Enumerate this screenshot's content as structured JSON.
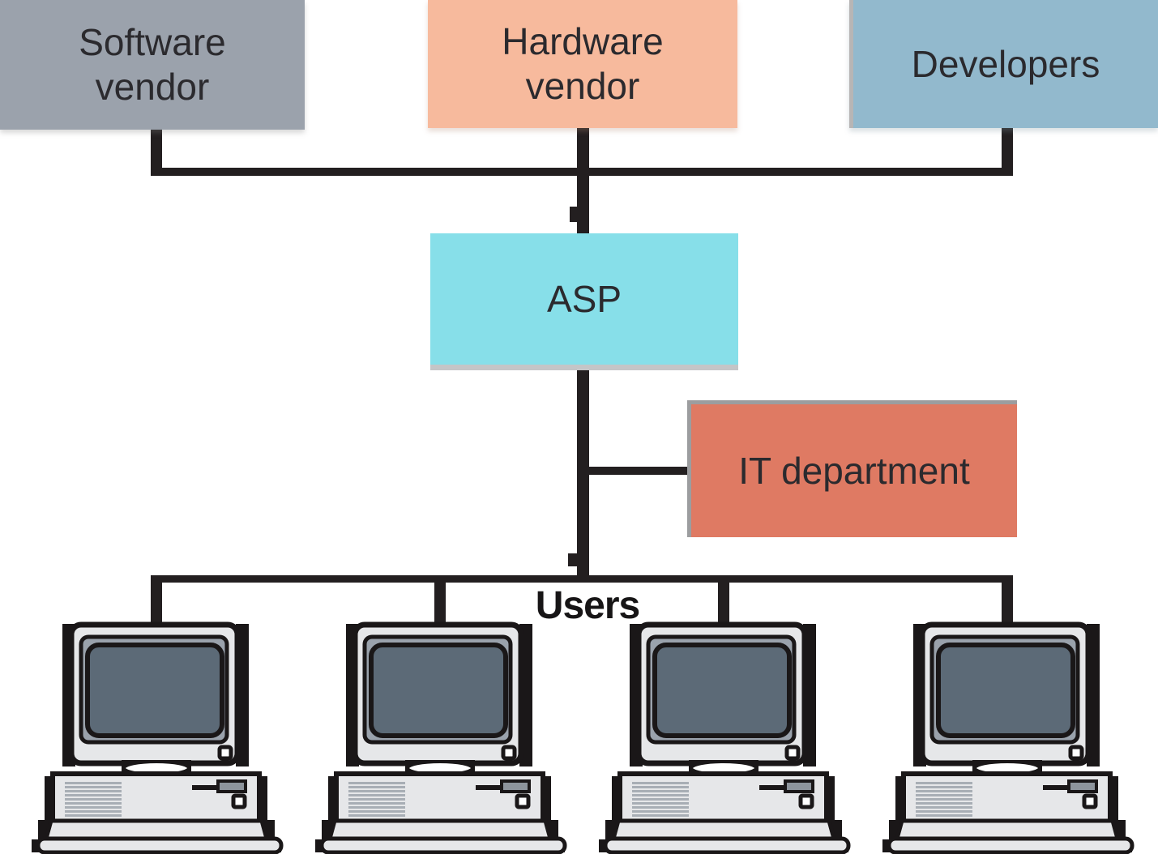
{
  "nodes": {
    "software_vendor": {
      "label": "Software vendor",
      "fill": "#9ba2ac"
    },
    "hardware_vendor": {
      "label": "Hardware vendor",
      "fill": "#f7ba9d"
    },
    "developers": {
      "label": "Developers",
      "fill": "#92b9cd"
    },
    "asp": {
      "label": "ASP",
      "fill": "#87dfe9"
    },
    "it_department": {
      "label": "IT department",
      "fill": "#df7a63"
    }
  },
  "users": {
    "label": "Users",
    "computer_count": 4,
    "icon": "desktop-computer-icon"
  },
  "edges": [
    {
      "from": "software_vendor",
      "to": "asp"
    },
    {
      "from": "hardware_vendor",
      "to": "asp"
    },
    {
      "from": "developers",
      "to": "asp"
    },
    {
      "from": "asp",
      "to": "it_department"
    },
    {
      "from": "asp",
      "to": "users"
    }
  ],
  "style": {
    "connector_color": "#231f20",
    "text_color": "#2b2a2e",
    "screen_color": "#5c6a77",
    "case_color": "#e6e7e9"
  }
}
